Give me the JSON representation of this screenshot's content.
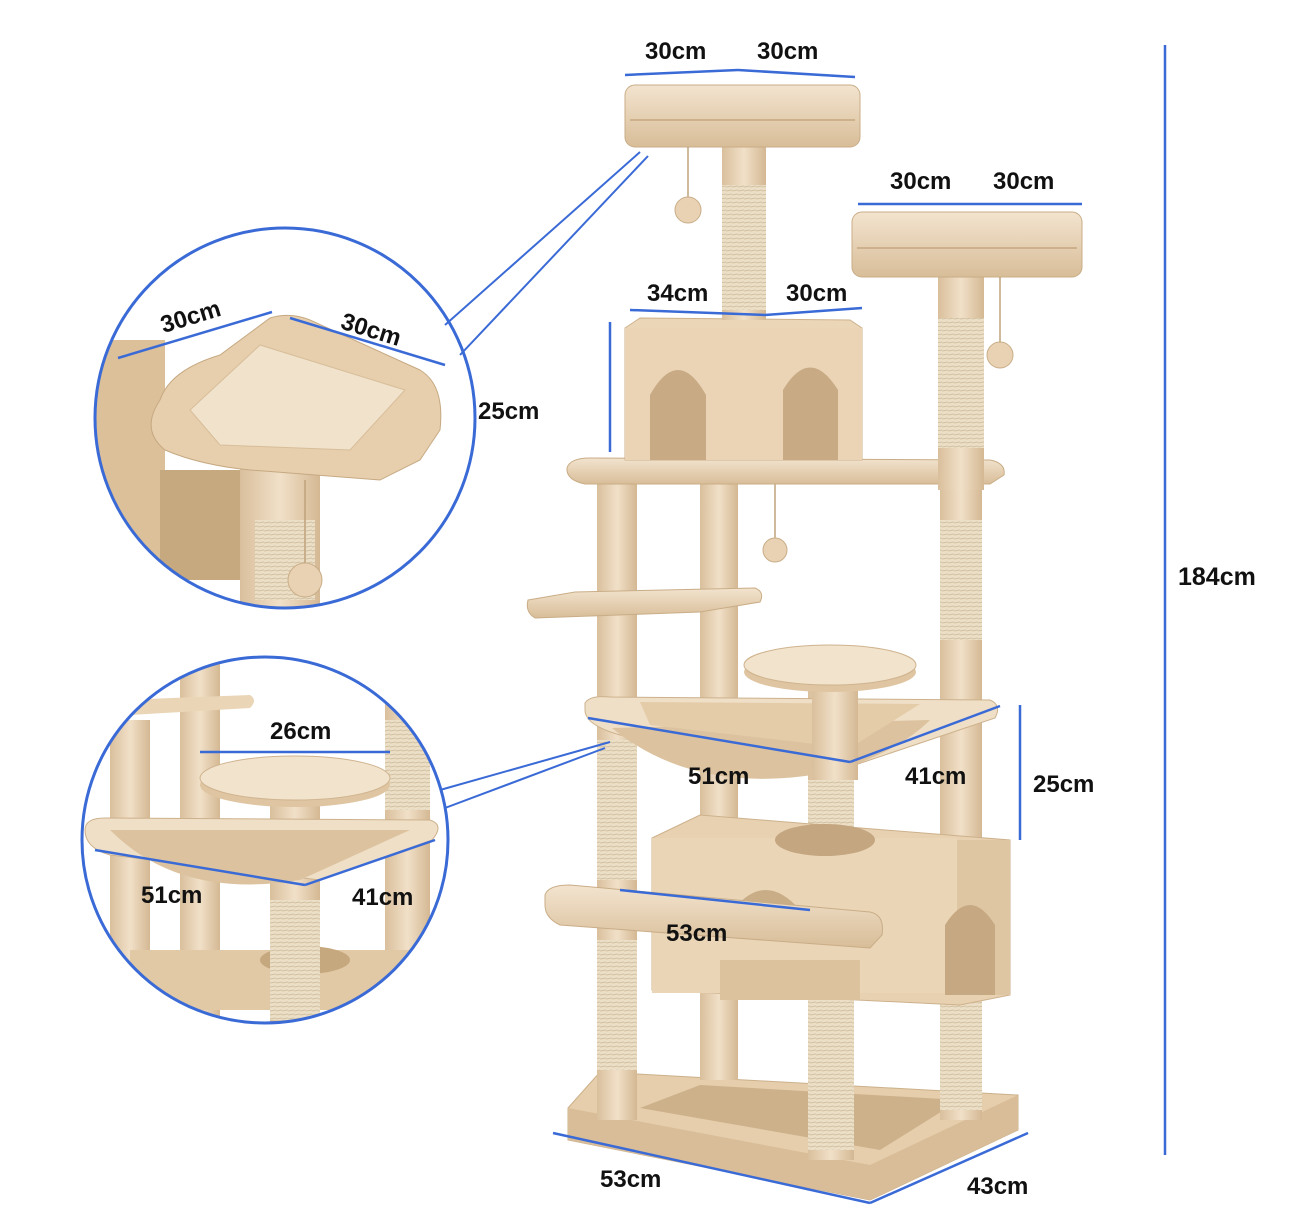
{
  "colors": {
    "dimension_line": "#3a6ad6",
    "plush_light": "#f1dfc6",
    "plush_mid": "#e4cba9",
    "plush_dark": "#cfb28c",
    "sisal": "#e9dcc4",
    "label": "#111111"
  },
  "dimensions": {
    "top_perch_width": "30cm",
    "top_perch_depth": "30cm",
    "right_perch_width": "30cm",
    "right_perch_depth": "30cm",
    "condo_width": "34cm",
    "condo_depth": "30cm",
    "hammock_width": "51cm",
    "hammock_depth": "41cm",
    "hammock_height": "25cm",
    "platform_width": "53cm",
    "base_width": "53cm",
    "base_depth": "43cm",
    "total_height": "184cm"
  },
  "detail_top": {
    "width": "30cm",
    "depth": "30cm",
    "height": "25cm"
  },
  "detail_hammock": {
    "perch_diameter": "26cm",
    "width": "51cm",
    "depth": "41cm"
  }
}
